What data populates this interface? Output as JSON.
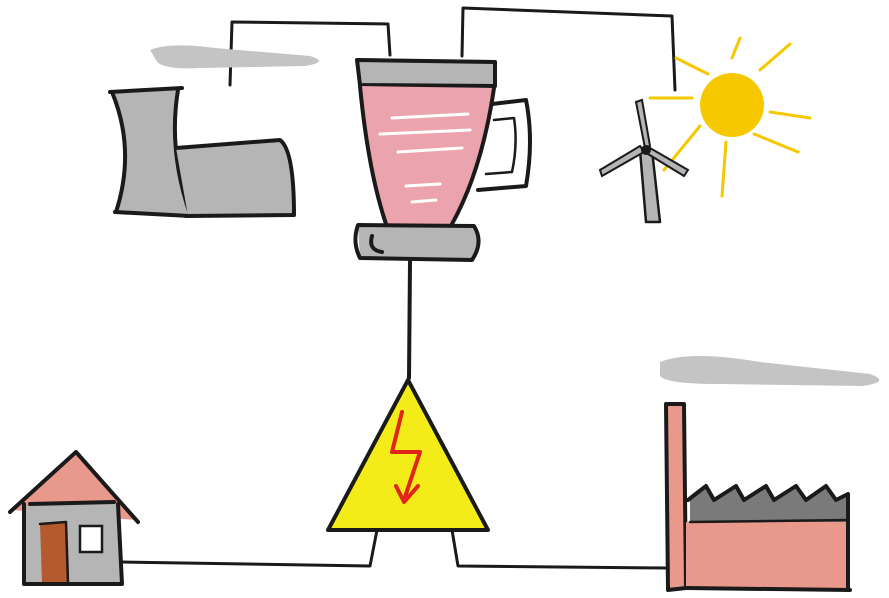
{
  "diagram": {
    "nodes": [
      {
        "id": "power-plant",
        "icon": "power-plant-icon"
      },
      {
        "id": "blender",
        "icon": "blender-icon"
      },
      {
        "id": "wind-turbine",
        "icon": "wind-turbine-icon"
      },
      {
        "id": "sun",
        "icon": "sun-icon"
      },
      {
        "id": "transformer",
        "icon": "high-voltage-warning-icon"
      },
      {
        "id": "house",
        "icon": "house-icon"
      },
      {
        "id": "factory",
        "icon": "factory-icon"
      }
    ],
    "edges": [
      {
        "from": "power-plant",
        "to": "blender"
      },
      {
        "from": "wind-turbine",
        "to": "blender"
      },
      {
        "from": "blender",
        "to": "transformer"
      },
      {
        "from": "transformer",
        "to": "house"
      },
      {
        "from": "transformer",
        "to": "factory"
      }
    ]
  },
  "colors": {
    "blender_fill": "#eba3ad",
    "sun": "#f6c800",
    "warning_fill": "#f3ec19",
    "lightning": "#e0261b",
    "house_roof": "#e8998c",
    "house_door": "#b45a2c",
    "factory_body": "#e8998c",
    "smoke": "#c4c4c4",
    "gray_structure": "#b5b5b5"
  }
}
